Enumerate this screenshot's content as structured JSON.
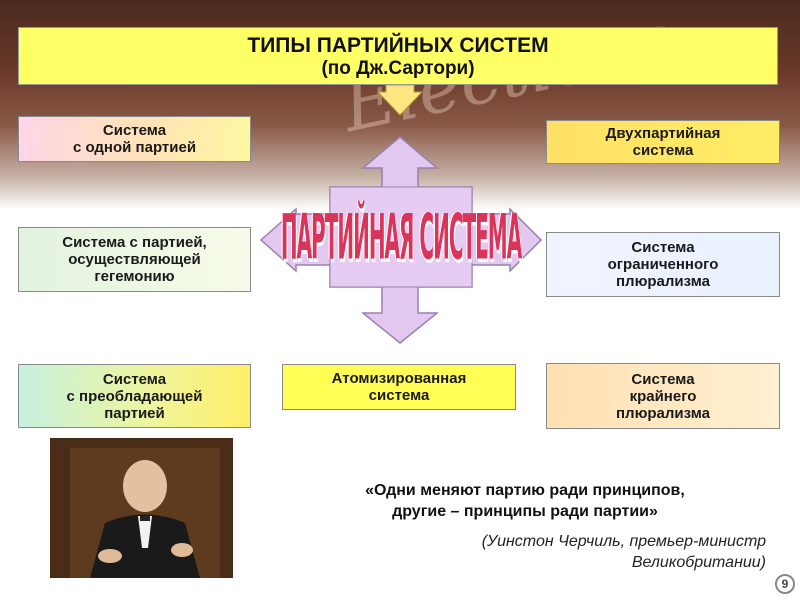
{
  "title": {
    "main": "ТИПЫ ПАРТИЙНЫХ СИСТЕМ",
    "sub": "(по Дж.Сартори)"
  },
  "background_script": "Elections",
  "center_label": "ПАРТИЙНАЯ СИСТЕМА",
  "boxes": {
    "one_party": "Система\nс одной партией",
    "two_party": "Двухпартийная\nсистема",
    "hegemonic": "Система с партией,\nосуществляющей\nгегемонию",
    "limited_pluralism": "Система\nограниченного\nплюрализма",
    "predominant": "Система\nс преобладающей\nпартией",
    "atomized": "Атомизированная\nсистема",
    "extreme_pluralism": "Система\nкрайнего\nплюрализма"
  },
  "quote": "«Одни меняют партию ради принципов,\nдругие – принципы ради партии»",
  "attribution": "(Уинстон Черчиль, премьер-министр\nВеликобритании)",
  "page_number": "9",
  "colors": {
    "title_bg": "#ffff66",
    "arrow_fill": "#e2c8ef",
    "arrow_stroke": "#9a7fb0",
    "center_text": "#d9345a",
    "down_arrow": "#ffe680"
  }
}
